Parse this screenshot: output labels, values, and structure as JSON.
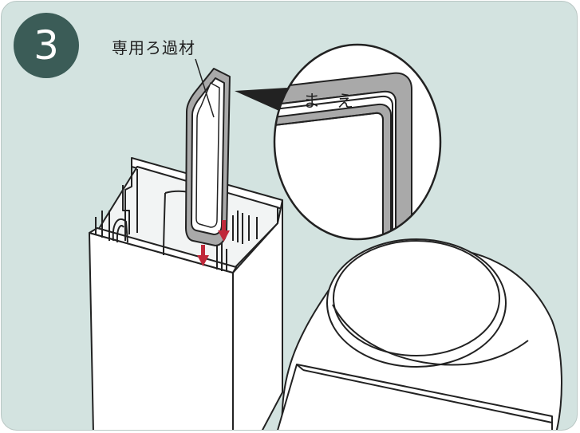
{
  "step": {
    "number": "3"
  },
  "callout": {
    "label": "専用ろ過材"
  },
  "zoom": {
    "marking": "ま　え"
  },
  "colors": {
    "background": "#d3e3e0",
    "badge": "#3b5c57",
    "arrow": "#c0283a",
    "outline": "#222222",
    "frame_gray": "#a9a9a9"
  }
}
